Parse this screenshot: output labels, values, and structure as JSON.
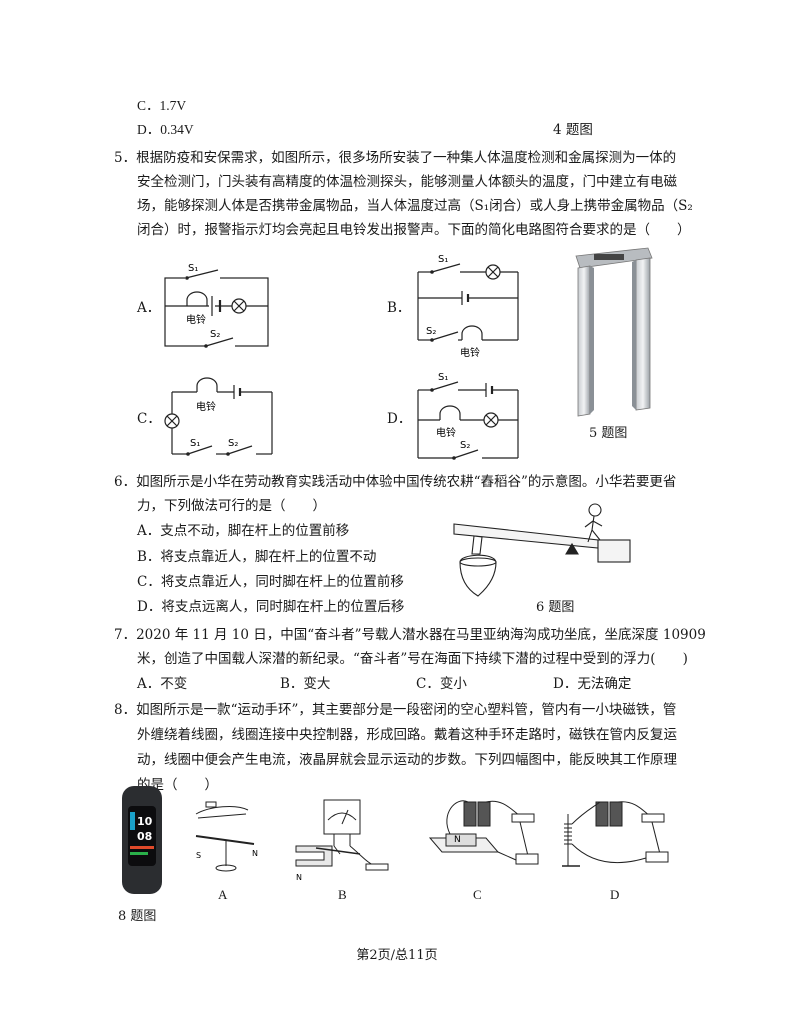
{
  "q4": {
    "option_c": "C．1.7V",
    "option_d": "D．0.34V",
    "figure_caption": "4 题图"
  },
  "q5": {
    "line1": "5．根据防疫和安保需求，如图所示，很多场所安装了一种集人体温度检测和金属探测为一体的",
    "line2": "安全检测门，门头装有高精度的体温检测探头，能够测量人体额头的温度，门中建立有电磁",
    "line3": "场，能够探测人体是否携带金属物品，当人体温度过高（S₁闭合）或人身上携带金属物品（S₂",
    "line4": "闭合）时，报警指示灯均会亮起且电铃发出报警声。下面的简化电路图符合要求的是（　　）",
    "label_a": "A．",
    "label_b": "B．",
    "label_c": "C．",
    "label_d": "D．",
    "switch_1": "S₁",
    "switch_2": "S₂",
    "bell_label": "电铃",
    "figure_caption": "5 题图"
  },
  "q6": {
    "line1": "6．如图所示是小华在劳动教育实践活动中体验中国传统农耕“舂稻谷”的示意图。小华若要更省",
    "line2": "力，下列做法可行的是（　　）",
    "option_a": "A．支点不动，脚在杆上的位置前移",
    "option_b": "B．将支点靠近人，脚在杆上的位置不动",
    "option_c": "C．将支点靠近人，同时脚在杆上的位置前移",
    "option_d": "D．将支点远离人，同时脚在杆上的位置后移",
    "figure_caption": "6 题图"
  },
  "q7": {
    "line1": "7．2020 年 11 月 10 日，中国“奋斗者”号载人潜水器在马里亚纳海沟成功坐底，坐底深度 10909",
    "line2": "米，创造了中国载人深潜的新纪录。“奋斗者”号在海面下持续下潜的过程中受到的浮力(　　)",
    "option_a": "A．不变",
    "option_b": "B．变大",
    "option_c": "C．变小",
    "option_d": "D．无法确定"
  },
  "q8": {
    "line1": "8．如图所示是一款“运动手环”，其主要部分是一段密闭的空心塑料管，管内有一小块磁铁，管",
    "line2": "外缠绕着线圈，线圈连接中央控制器，形成回路。戴着这种手环走路时，磁铁在管内反复运",
    "line3": "动，线圈中便会产生电流，液晶屏就会显示运动的步数。下列四幅图中，能反映其工作原理",
    "line4": "的是（　　）",
    "band_time": "10",
    "band_time2": "08",
    "fig_a": "A",
    "fig_b": "B",
    "fig_c": "C",
    "fig_d": "D",
    "pole_n": "N",
    "pole_s": "S",
    "figure_caption": "8 题图"
  },
  "footer": "第2页/总11页"
}
